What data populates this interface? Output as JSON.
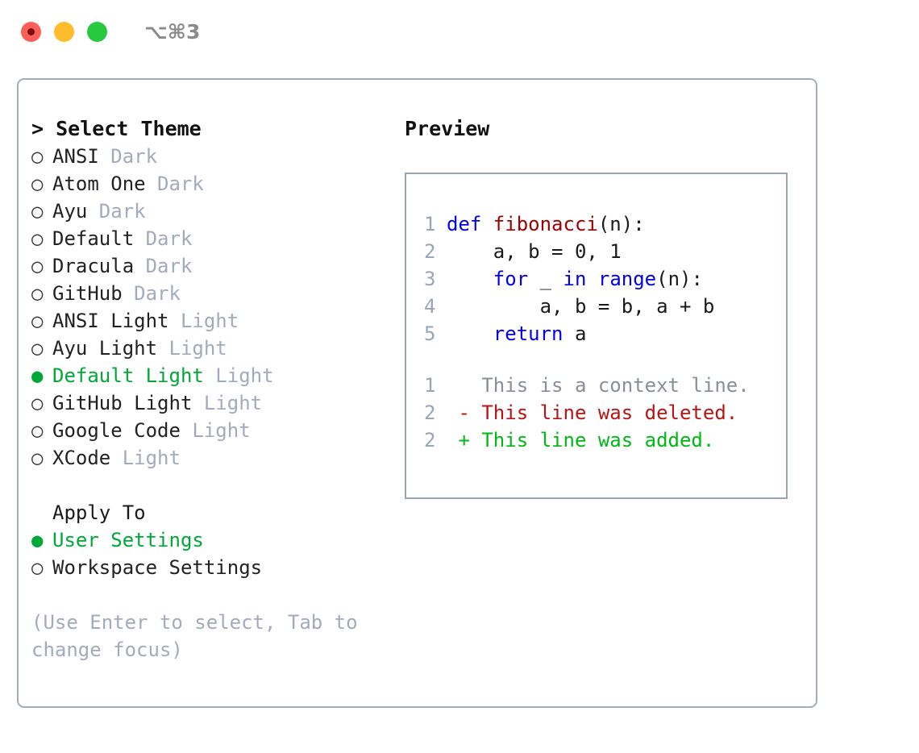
{
  "titlebar": {
    "traffic_lights": [
      {
        "name": "close",
        "color": "#fc5f57"
      },
      {
        "name": "minimize",
        "color": "#ffbd2d"
      },
      {
        "name": "maximize",
        "color": "#27c93f"
      }
    ],
    "shortcut": "⌥⌘3"
  },
  "theme_picker": {
    "header": "> Select Theme",
    "bullet_selected": "●",
    "bullet_unselected": "○",
    "items": [
      {
        "label": "ANSI",
        "kind": "Dark",
        "selected": false
      },
      {
        "label": "Atom One",
        "kind": "Dark",
        "selected": false
      },
      {
        "label": "Ayu",
        "kind": "Dark",
        "selected": false
      },
      {
        "label": "Default",
        "kind": "Dark",
        "selected": false
      },
      {
        "label": "Dracula",
        "kind": "Dark",
        "selected": false
      },
      {
        "label": "GitHub",
        "kind": "Dark",
        "selected": false
      },
      {
        "label": "ANSI Light",
        "kind": "Light",
        "selected": false
      },
      {
        "label": "Ayu Light",
        "kind": "Light",
        "selected": false
      },
      {
        "label": "Default Light",
        "kind": "Light",
        "selected": true
      },
      {
        "label": "GitHub Light",
        "kind": "Light",
        "selected": false
      },
      {
        "label": "Google Code",
        "kind": "Light",
        "selected": false
      },
      {
        "label": "XCode",
        "kind": "Light",
        "selected": false
      }
    ]
  },
  "apply_to": {
    "header": "Apply To",
    "items": [
      {
        "label": "User Settings",
        "selected": true
      },
      {
        "label": "Workspace Settings",
        "selected": false
      }
    ]
  },
  "hint": "(Use Enter to select, Tab to change focus)",
  "preview": {
    "title": "Preview",
    "code_lines": [
      {
        "number": "1",
        "tokens": [
          {
            "text": "def ",
            "style": "kw"
          },
          {
            "text": "fibonacci",
            "style": "fn"
          },
          {
            "text": "(n):",
            "style": "pl"
          }
        ]
      },
      {
        "number": "2",
        "tokens": [
          {
            "text": "    a, b = 0, 1",
            "style": "pl"
          }
        ]
      },
      {
        "number": "3",
        "tokens": [
          {
            "text": "    ",
            "style": "pl"
          },
          {
            "text": "for",
            "style": "kw"
          },
          {
            "text": " _ ",
            "style": "pl"
          },
          {
            "text": "in",
            "style": "kw"
          },
          {
            "text": " ",
            "style": "pl"
          },
          {
            "text": "range",
            "style": "kw"
          },
          {
            "text": "(n):",
            "style": "pl"
          }
        ]
      },
      {
        "number": "4",
        "tokens": [
          {
            "text": "        a, b = b, a + b",
            "style": "pl"
          }
        ]
      },
      {
        "number": "5",
        "tokens": [
          {
            "text": "    ",
            "style": "pl"
          },
          {
            "text": "return",
            "style": "kw"
          },
          {
            "text": " a",
            "style": "pl"
          }
        ]
      }
    ],
    "diff_lines": [
      {
        "number": "1",
        "marker": "  ",
        "text": "This is a context line.",
        "style": "diff-ctx"
      },
      {
        "number": "2",
        "marker": "- ",
        "text": "This line was deleted.",
        "style": "diff-del"
      },
      {
        "number": "2",
        "marker": "+ ",
        "text": "This line was added.",
        "style": "diff-add"
      }
    ]
  },
  "colors": {
    "accent_green": "#00a838",
    "muted": "#a2abbb",
    "border": "#a3acbb",
    "keyword_blue": "#0000ee",
    "function_red": "#9c0000",
    "diff_added": "#00b815",
    "diff_deleted": "#b81414"
  }
}
